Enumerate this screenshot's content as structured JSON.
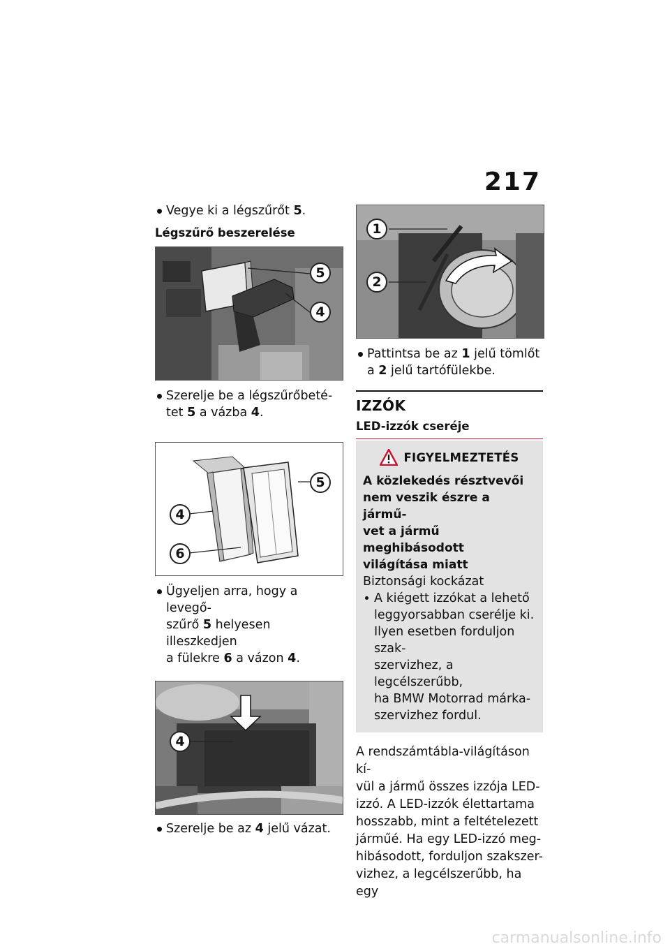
{
  "page_number": "217",
  "left": {
    "b1": {
      "pre": "Vegye ki a légszűrőt ",
      "num": "5",
      "post": "."
    },
    "h_install": "Légszűrő beszerelése",
    "fig1": {
      "c5": "5",
      "c4": "4"
    },
    "b2": {
      "pre": "Szerelje be a légszűrőbeté-",
      "line2pre": "tet ",
      "num1": "5",
      "mid": " a vázba ",
      "num2": "4",
      "post": "."
    },
    "fig2": {
      "c4": "4",
      "c6": "6",
      "c5": "5"
    },
    "b3": {
      "l1": "Ügyeljen arra, hogy a levegő-",
      "l2pre": "szűrő ",
      "num1": "5",
      "l2post": " helyesen illeszkedjen",
      "l3pre": "a fülekre ",
      "num2": "6",
      "l3mid": " a vázon ",
      "num3": "4",
      "l3post": "."
    },
    "fig3": {
      "c4": "4"
    },
    "b4": {
      "pre": "Szerelje be az ",
      "num": "4",
      "post": " jelű vázat."
    }
  },
  "right": {
    "fig4": {
      "c1": "1",
      "c2": "2"
    },
    "b5": {
      "pre": "Pattintsa be az ",
      "num1": "1",
      "mid": " jelű tömlőt",
      "l2pre": "a ",
      "num2": "2",
      "l2post": " jelű tartófülekbe."
    },
    "h_bulbs": "IZZÓK",
    "h_led": "LED-izzók cseréje",
    "warning": {
      "title": "FIGYELMEZTETÉS",
      "bold_lines": [
        "A közlekedés résztvevői",
        "nem veszik észre a jármű-",
        "vet a jármű meghibásodott",
        "világítása miatt"
      ],
      "risk": "Biztonsági kockázat",
      "bullet_lines": [
        "A kiégett izzókat a lehető",
        "leggyorsabban cserélje ki.",
        "Ilyen esetben forduljon szak-",
        "szervizhez, a legcélszerűbb,",
        "ha BMW Motorrad márka-",
        "szervizhez fordul."
      ]
    },
    "body_lines": [
      "A rendszámtábla-világításon kí-",
      "vül a jármű összes izzója LED-",
      "izzó.  A LED-izzók élettartama",
      "hosszabb, mint a feltételezett",
      "járműé.  Ha egy LED-izzó meg-",
      "hibásodott, forduljon szakszer-",
      "vizhez, a legcélszerűbb, ha egy"
    ]
  },
  "watermark": "carmanualsonline.info",
  "colors": {
    "accent_red": "#c8102e",
    "warning_bg": "#e3e3e3"
  }
}
